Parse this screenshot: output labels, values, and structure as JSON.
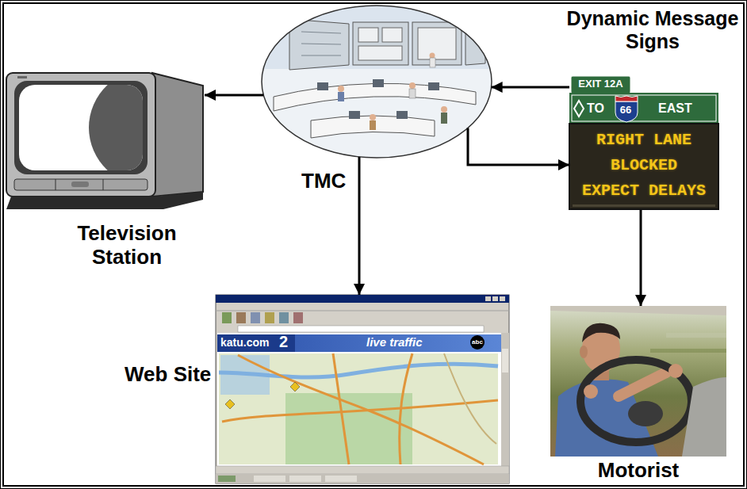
{
  "diagram": {
    "nodes": [
      {
        "text": [
          "Television Station"
        ]
      },
      {
        "text": [
          "TMC"
        ]
      },
      {
        "text": [
          "Dynamic Message Signs",
          "EXIT 12A",
          "TO",
          "66",
          "EAST",
          "RIGHT LANE BLOCKED EXPECT DELAYS"
        ]
      },
      {
        "text": [
          "Web Site",
          "katu.com",
          "2",
          "live traffic",
          "abc"
        ]
      },
      {
        "text": [
          "Motorist"
        ]
      }
    ],
    "edges": [
      {
        "from": 1,
        "to": 0,
        "arrow": "to"
      },
      {
        "from": 2,
        "to": 1,
        "arrow": "to"
      },
      {
        "from": 1,
        "to": 2,
        "arrow": "to"
      },
      {
        "from": 1,
        "to": 3,
        "arrow": "to"
      },
      {
        "from": 2,
        "to": 4,
        "arrow": "to"
      }
    ]
  }
}
